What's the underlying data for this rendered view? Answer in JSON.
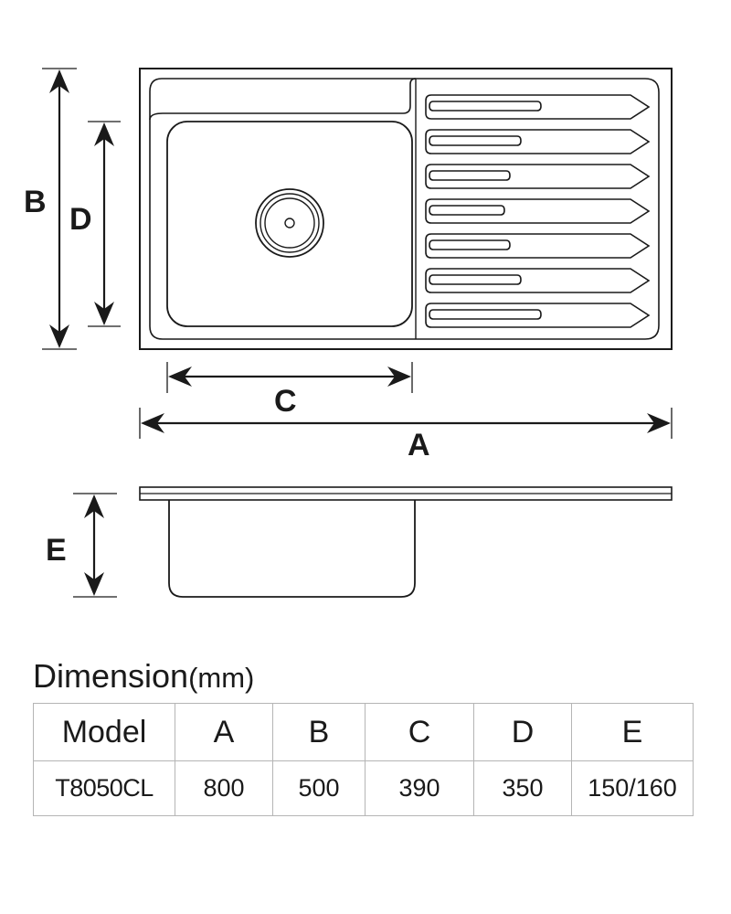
{
  "drawing": {
    "labels": {
      "a": "A",
      "b": "B",
      "c": "C",
      "d": "D",
      "e": "E"
    },
    "drainer_ribs": 7
  },
  "table": {
    "title": "Dimension",
    "unit": "(mm)",
    "headers": [
      "Model",
      "A",
      "B",
      "C",
      "D",
      "E"
    ],
    "rows": [
      [
        "T8050CL",
        "800",
        "500",
        "390",
        "350",
        "150/160"
      ]
    ]
  }
}
